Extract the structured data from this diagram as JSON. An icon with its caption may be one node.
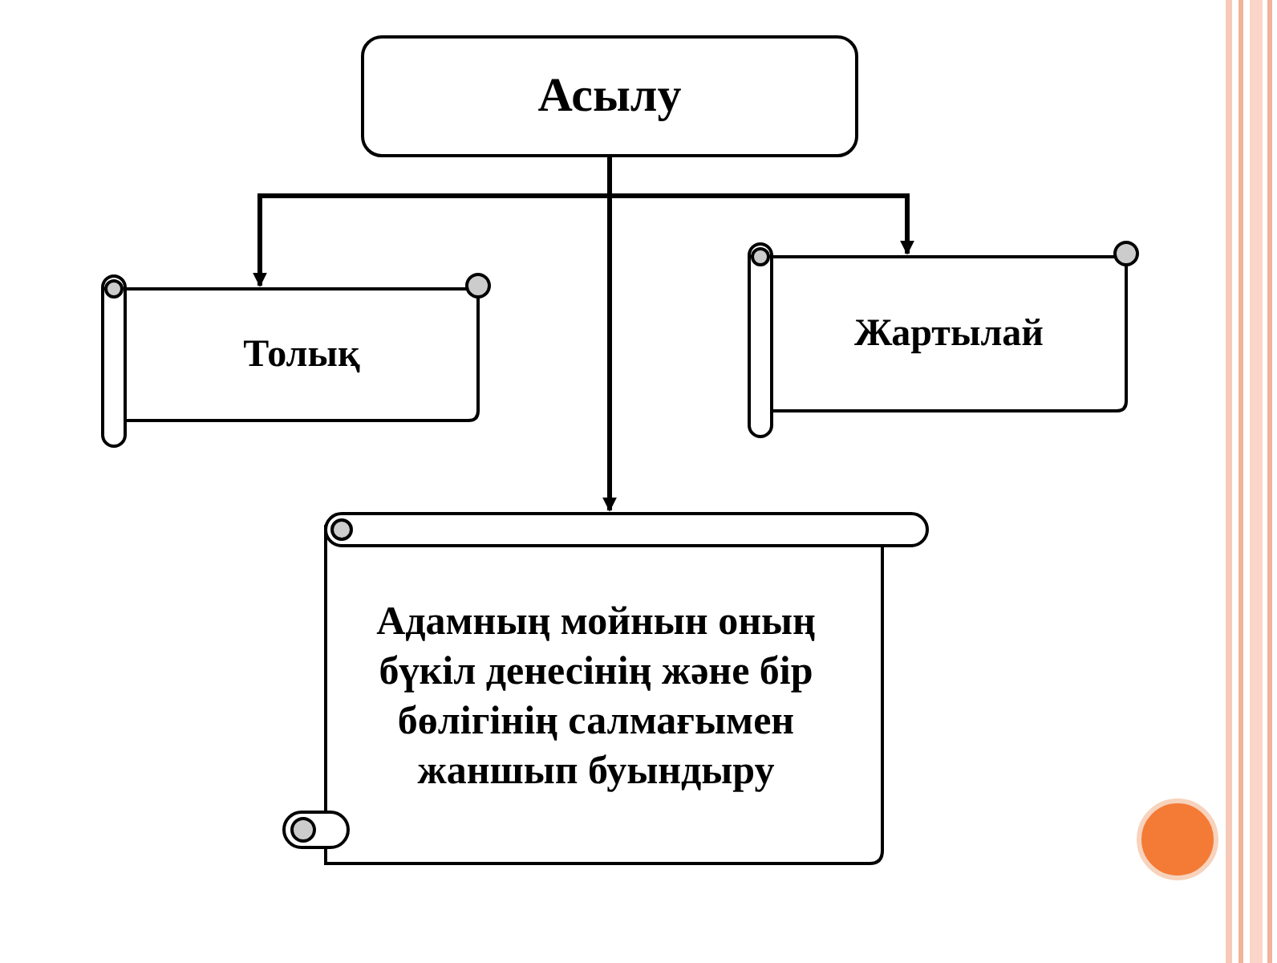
{
  "diagram": {
    "nodes": [
      {
        "text": [
          "Асылу"
        ]
      },
      {
        "text": [
          "Толық"
        ]
      },
      {
        "text": [
          "Жартылай"
        ]
      },
      {
        "text": [
          "Адамның мойнын оның бүкіл денесінің және бір бөлігінің салмағымен жаншып буындыру"
        ]
      }
    ],
    "edges": [
      {
        "from": 0,
        "to": 1,
        "arrow": "to"
      },
      {
        "from": 0,
        "to": 2,
        "arrow": "to"
      },
      {
        "from": 0,
        "to": 3,
        "arrow": "to"
      }
    ]
  }
}
